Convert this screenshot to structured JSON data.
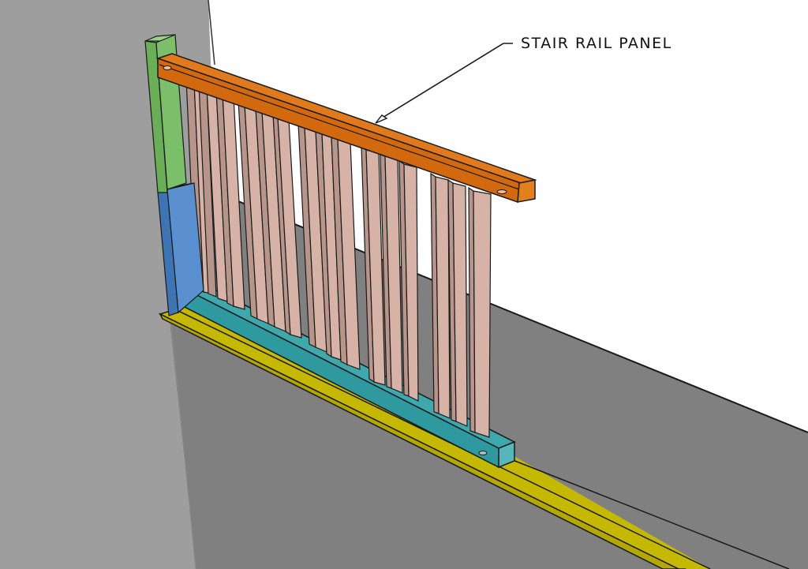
{
  "diagram": {
    "title": "STAIR RAIL PANEL",
    "callout": {
      "label": "STAIR RAIL PANEL",
      "points_to": "top-rail"
    },
    "components": [
      {
        "name": "left-wall",
        "color": "#9e9e9e"
      },
      {
        "name": "back-wall",
        "color": "#ffffff"
      },
      {
        "name": "floor-slab",
        "color": "#808080"
      },
      {
        "name": "newel-post-upper",
        "color": "#7cbf6a"
      },
      {
        "name": "newel-post-lower",
        "color": "#4f86c6"
      },
      {
        "name": "top-rail",
        "color": "#d2690f"
      },
      {
        "name": "bottom-rail",
        "color": "#3fa8ad"
      },
      {
        "name": "stair-stringer",
        "color": "#c4b800"
      },
      {
        "name": "balusters",
        "color": "#d7b2a6",
        "count": 18
      }
    ],
    "colors": {
      "outline": "#1a1a1a",
      "wall_left": "#9e9e9e",
      "floor": "#808080",
      "rail_top": "#d2690f",
      "rail_top_dark": "#b85a0a",
      "rail_bottom": "#3fa8ad",
      "rail_bottom_dark": "#2e8b90",
      "post_green": "#7cbf6a",
      "post_blue": "#4f86c6",
      "stringer": "#c4b800",
      "baluster": "#d7b2a6",
      "baluster_dark": "#b8958a"
    }
  }
}
